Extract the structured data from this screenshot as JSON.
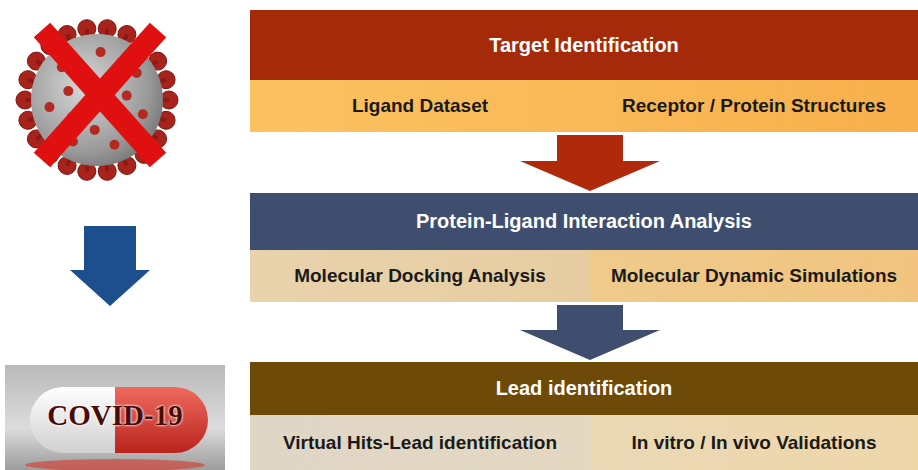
{
  "diagram": {
    "nodes": [
      {
        "text": [
          "Target Identification"
        ]
      },
      {
        "text": [
          "Ligand Dataset"
        ],
        "in": 0
      },
      {
        "text": [
          "Receptor / Protein Structures"
        ],
        "in": 0
      },
      {
        "text": [
          "Protein-Ligand Interaction Analysis"
        ]
      },
      {
        "text": [
          "Molecular Docking Analysis"
        ],
        "in": 3
      },
      {
        "text": [
          "Molecular Dynamic Simulations"
        ],
        "in": 3
      },
      {
        "text": [
          "Lead identification"
        ]
      },
      {
        "text": [
          "Virtual Hits-Lead identification"
        ],
        "in": 6
      },
      {
        "text": [
          "In vitro / In vivo Validations"
        ],
        "in": 6
      },
      {
        "text": [
          "COVID-19"
        ]
      }
    ],
    "edges": [
      {
        "from": 0,
        "to": 3,
        "arrow": "to"
      },
      {
        "from": 3,
        "to": 6,
        "arrow": "to"
      }
    ]
  }
}
